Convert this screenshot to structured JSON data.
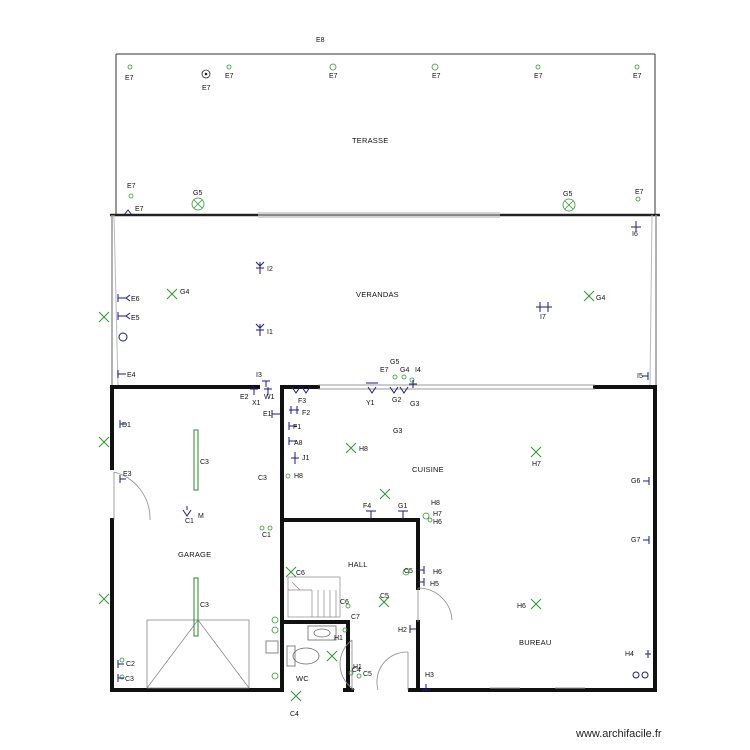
{
  "rooms": {
    "terasse": "TERASSE",
    "verandas": "VERANDAS",
    "garage": "GARAGE",
    "cuisine": "CUISINE",
    "hall": "HALL",
    "bureau": "BUREAU",
    "wc": "WC"
  },
  "watermark": "www.archifacile.fr",
  "symbol_labels": {
    "e8": "E8",
    "e7_a": "E7",
    "e7_b": "E7",
    "e7_c": "E7",
    "e7_d": "E7",
    "e7_e": "E7",
    "e7_f": "E7",
    "e7_g": "E7",
    "e7_h": "E7",
    "e7_i": "E7",
    "e7_j": "E7",
    "e7_k": "E7",
    "g5_a": "G5",
    "g5_b": "G5",
    "g5_c": "G5",
    "i6": "I6",
    "i2": "I2",
    "i1": "I1",
    "i7": "I7",
    "i3": "I3",
    "i4": "I4",
    "i5": "I5",
    "g4_a": "G4",
    "g4_b": "G4",
    "g4_c": "G4",
    "e6": "E6",
    "e5": "E5",
    "e4": "E4",
    "e2": "E2",
    "e3": "E3",
    "w1": "W1",
    "x1": "X1",
    "e1": "E1",
    "f3": "F3",
    "f2": "F2",
    "f1": "F1",
    "f4": "F4",
    "a8": "A8",
    "j1": "J1",
    "y1": "Y1",
    "g2": "G2",
    "g3_a": "G3",
    "g3_b": "G3",
    "g1": "G1",
    "d1": "D1",
    "c3_a": "C3",
    "c3_b": "C3",
    "c3_c": "C3",
    "c3_d": "C3",
    "c1_a": "C1",
    "c1_b": "C1",
    "c2": "C2",
    "h8_a": "H8",
    "h8_b": "H8",
    "h8_c": "H8",
    "h7_a": "H7",
    "h7_b": "H7",
    "h6_a": "H6",
    "h6_b": "H6",
    "h6_c": "H6",
    "h5": "H5",
    "h4": "H4",
    "h3": "H3",
    "h2": "H2",
    "h1_a": "H1",
    "h1_b": "H1",
    "g6": "G6",
    "g7": "G7",
    "c5_a": "C5",
    "c5_b": "C5",
    "c5_c": "C5",
    "c6_a": "C6",
    "c6_b": "C6",
    "c7": "C7",
    "c4_a": "C4",
    "c4_b": "C4"
  }
}
